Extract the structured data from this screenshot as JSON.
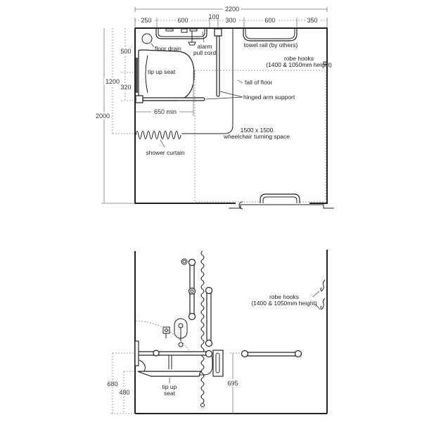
{
  "plan": {
    "overall_width": "2200",
    "top_dims": [
      "250",
      "600",
      "100",
      "300",
      "600",
      "350"
    ],
    "left_dims": {
      "overall": "2000",
      "zone": "1200",
      "seat_offset": "500",
      "seat_depth": "320"
    },
    "min_clearance": "650 min",
    "labels": {
      "floor_drain": "floor drain",
      "alarm_line1": "alarm",
      "alarm_line2": "pull cord",
      "towel_rail": "towel rail (by others)",
      "robe_hooks_line1": "robe hooks",
      "robe_hooks_line2": "(1400 & 1050mm height)",
      "tip_up_seat": "tip up seat",
      "fall_of_floor": "fall of floor",
      "hinged_arm": "hinged arm support",
      "turning_line1": "1500 x 1500",
      "turning_line2": "wheelchair turning space",
      "shower_curtain": "shower curtain"
    }
  },
  "elevation": {
    "labels": {
      "robe_hooks_line1": "robe hooks",
      "robe_hooks_line2": "(1400 & 1050mm height)",
      "tip_up_line1": "tip up",
      "tip_up_line2": "seat"
    },
    "dims": {
      "rail_height": "680",
      "seat_height": "480",
      "right_rail_height": "695"
    }
  }
}
